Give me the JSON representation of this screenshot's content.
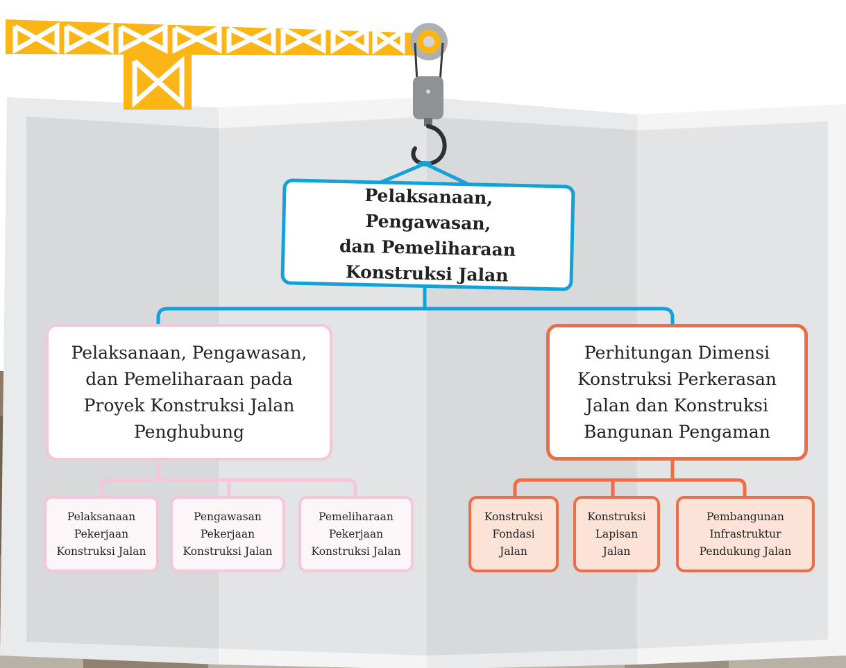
{
  "diagram": {
    "root": {
      "lines": [
        "Pelaksanaan, Pengawasan,",
        "dan Pemeliharaan",
        "Konstruksi Jalan"
      ]
    },
    "branches": [
      {
        "lines": [
          "Pelaksanaan, Pengawasan,",
          "dan Pemeliharaan pada",
          "Proyek Konstruksi Jalan",
          "Penghubung"
        ],
        "children": [
          {
            "lines": [
              "Pelaksanaan",
              "Pekerjaan",
              "Konstruksi Jalan"
            ]
          },
          {
            "lines": [
              "Pengawasan",
              "Pekerjaan",
              "Konstruksi Jalan"
            ]
          },
          {
            "lines": [
              "Pemeliharaan",
              "Pekerjaan",
              "Konstruksi Jalan"
            ]
          }
        ]
      },
      {
        "lines": [
          "Perhitungan Dimensi",
          "Konstruksi Perkerasan",
          "Jalan dan Konstruksi",
          "Bangunan Pengaman"
        ],
        "children": [
          {
            "lines": [
              "Konstruksi",
              "Fondasi",
              "Jalan"
            ]
          },
          {
            "lines": [
              "Konstruksi",
              "Lapisan",
              "Jalan"
            ]
          },
          {
            "lines": [
              "Pembangunan",
              "Infrastruktur",
              "Pendukung Jalan"
            ]
          }
        ]
      }
    ]
  },
  "colors": {
    "root_border": "#12a1d9",
    "left_branch": "#f3c6dc",
    "right_branch": "#ec6d46",
    "crane": "#fbb516",
    "map_panel": "#d9dadb"
  },
  "decorations": {
    "crane_icon": "crane-icon",
    "hook_icon": "hook-icon",
    "map_icon": "folded-map-icon"
  }
}
